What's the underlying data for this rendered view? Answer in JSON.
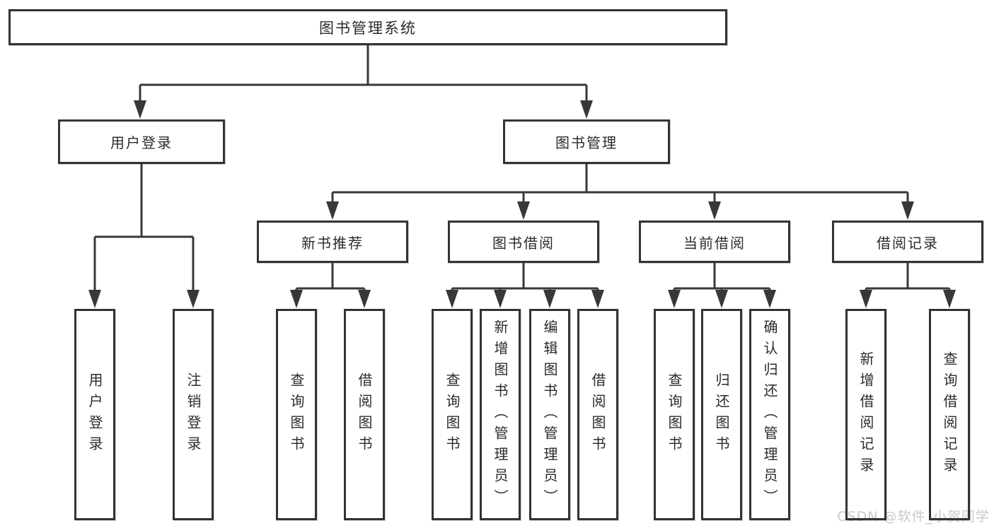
{
  "diagram": {
    "root": {
      "label": "图书管理系统"
    },
    "branches": [
      {
        "label": "用户登录",
        "children": [
          {
            "label": "用户登录"
          },
          {
            "label": "注销登录"
          }
        ]
      },
      {
        "label": "图书管理",
        "children": [
          {
            "label": "新书推荐",
            "children": [
              {
                "label": "查询图书"
              },
              {
                "label": "借阅图书"
              }
            ]
          },
          {
            "label": "图书借阅",
            "children": [
              {
                "label": "查询图书"
              },
              {
                "label": "新增图书（管理员）"
              },
              {
                "label": "编辑图书（管理员）"
              },
              {
                "label": "借阅图书"
              }
            ]
          },
          {
            "label": "当前借阅",
            "children": [
              {
                "label": "查询图书"
              },
              {
                "label": "归还图书"
              },
              {
                "label": "确认归还（管理员）"
              }
            ]
          },
          {
            "label": "借阅记录",
            "children": [
              {
                "label": "新增借阅记录"
              },
              {
                "label": "查询借阅记录"
              }
            ]
          }
        ]
      }
    ],
    "watermark": "CSDN @软件_小贺同学",
    "colors": {
      "line": "#383838",
      "box_border": "#333333",
      "text": "#2b2b2b",
      "watermark": "#c9c9c9",
      "background": "#ffffff"
    }
  }
}
